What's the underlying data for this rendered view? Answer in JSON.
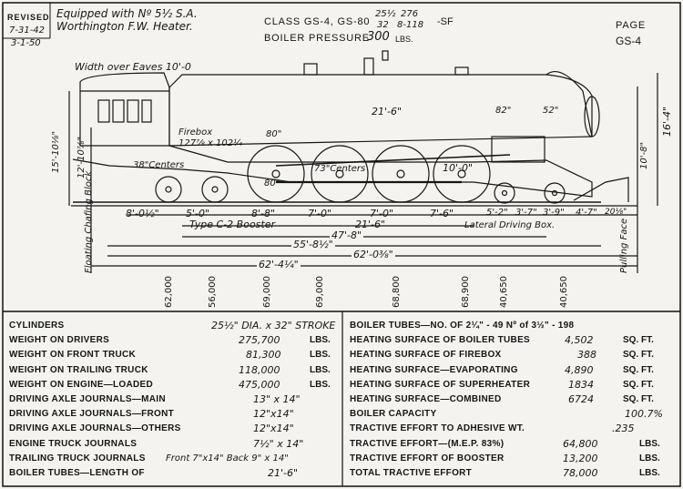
{
  "header": {
    "revised_label": "REVISED",
    "revised_dates": [
      "7-31-42",
      "3-1-50"
    ],
    "equipped_line1": "Equipped with Nº 5½ S.A.",
    "equipped_line2": "Worthington F.W. Heater.",
    "class_prefix": "CLASS GS-4, GS-80",
    "class_frac1_top": "25½",
    "class_frac1_bot": "32",
    "class_frac2_top": "276",
    "class_frac2_bot": "8-118",
    "class_suffix": "-SF",
    "boiler_pressure_label": "BOILER PRESSURE",
    "boiler_pressure_value": "300",
    "boiler_pressure_unit": "LBS.",
    "page_label": "PAGE",
    "page_value": "GS-4"
  },
  "drawing_labels": {
    "width_over_eaves": "Width over Eaves 10'-0",
    "firebox": "Firebox",
    "firebox_size": "127⅞ x 102¼",
    "centers_38": "38\"Centers",
    "centers_73": "73\"Centers",
    "wheel_80": "80\"",
    "driver_spacing": "10'-0\"",
    "dim_21_6_top": "21'-6\"",
    "dim_82": "82\"",
    "dim_52": "52\"",
    "dim_80_top": "80\"",
    "dim_15_10": "15'-10⅛\"",
    "dim_12_10": "12'-10⅞\"",
    "dim_10_8": "10'-8\"",
    "dim_16_4": "16'-4\"",
    "floating_chafing_block": "Floating Chafing Block",
    "pulling_face": "Pulling Face",
    "dim_8_0": "8'-0½\"",
    "dim_5_0": "5'-0\"",
    "dim_8_8": "8'-8\"",
    "dim_7_0a": "7'-0\"",
    "dim_7_0b": "7'-0\"",
    "dim_7_6": "7'-6\"",
    "dim_5_2": "5'-2\"",
    "dim_3_7": "3'-7\"",
    "dim_3_9": "3'-9\"",
    "dim_4_7": "4'-7\"",
    "dim_20": "20⅛\"",
    "booster_label": "Type C-2 Booster",
    "dim_21_6_bot": "21'-6\"",
    "lateral_driving_box": "Lateral Driving Box.",
    "dim_47_8": "47'-8\"",
    "dim_55_8": "55'-8½\"",
    "dim_62_0": "62'-0⅜\"",
    "dim_62_4": "62'-4¼\""
  },
  "axle_weights": [
    "62,000",
    "56,000",
    "69,000",
    "69,000",
    "68,800",
    "68,900",
    "40,650",
    "40,650"
  ],
  "specs_left": [
    {
      "label": "CYLINDERS",
      "value": "25½\" DIA. x 32\" STROKE",
      "unit": ""
    },
    {
      "label": "WEIGHT ON DRIVERS",
      "value": "275,700",
      "unit": "LBS."
    },
    {
      "label": "WEIGHT ON FRONT TRUCK",
      "value": "81,300",
      "unit": "LBS."
    },
    {
      "label": "WEIGHT ON TRAILING TRUCK",
      "value": "118,000",
      "unit": "LBS."
    },
    {
      "label": "WEIGHT ON ENGINE—LOADED",
      "value": "475,000",
      "unit": "LBS."
    },
    {
      "label": "DRIVING AXLE JOURNALS—MAIN",
      "value": "13\" x 14\"",
      "unit": ""
    },
    {
      "label": "DRIVING AXLE JOURNALS—FRONT",
      "value": "12\"x14\"",
      "unit": ""
    },
    {
      "label": "DRIVING AXLE JOURNALS—OTHERS",
      "value": "12\"x14\"",
      "unit": ""
    },
    {
      "label": "ENGINE TRUCK JOURNALS",
      "value": "7½\" x 14\"",
      "unit": ""
    },
    {
      "label": "TRAILING TRUCK JOURNALS",
      "value": "Front 7\"x14\"  Back 9\" x 14\"",
      "unit": ""
    },
    {
      "label": "BOILER TUBES—LENGTH OF",
      "value": "21'-6\"",
      "unit": ""
    }
  ],
  "specs_right": [
    {
      "label": "BOILER TUBES—NO. OF 2¼\" - 49  Nº of 3½\" - 198",
      "value": "",
      "unit": ""
    },
    {
      "label": "HEATING SURFACE OF BOILER TUBES",
      "value": "4,502",
      "unit": "SQ. FT."
    },
    {
      "label": "HEATING SURFACE OF FIREBOX",
      "value": "388",
      "unit": "SQ. FT."
    },
    {
      "label": "HEATING SURFACE—EVAPORATING",
      "value": "4,890",
      "unit": "SQ. FT."
    },
    {
      "label": "HEATING SURFACE OF SUPERHEATER",
      "value": "1834",
      "unit": "SQ. FT."
    },
    {
      "label": "HEATING SURFACE—COMBINED",
      "value": "6724",
      "unit": "SQ. FT."
    },
    {
      "label": "BOILER CAPACITY",
      "value": "100.7%",
      "unit": ""
    },
    {
      "label": "TRACTIVE EFFORT TO ADHESIVE WT.",
      "value": ".235",
      "unit": ""
    },
    {
      "label": "TRACTIVE EFFORT—(M.E.P. 83%)",
      "value": "64,800",
      "unit": "LBS."
    },
    {
      "label": "TRACTIVE EFFORT OF BOOSTER",
      "value": "13,200",
      "unit": "LBS."
    },
    {
      "label": "TOTAL TRACTIVE EFFORT",
      "value": "78,000",
      "unit": "LBS."
    }
  ]
}
